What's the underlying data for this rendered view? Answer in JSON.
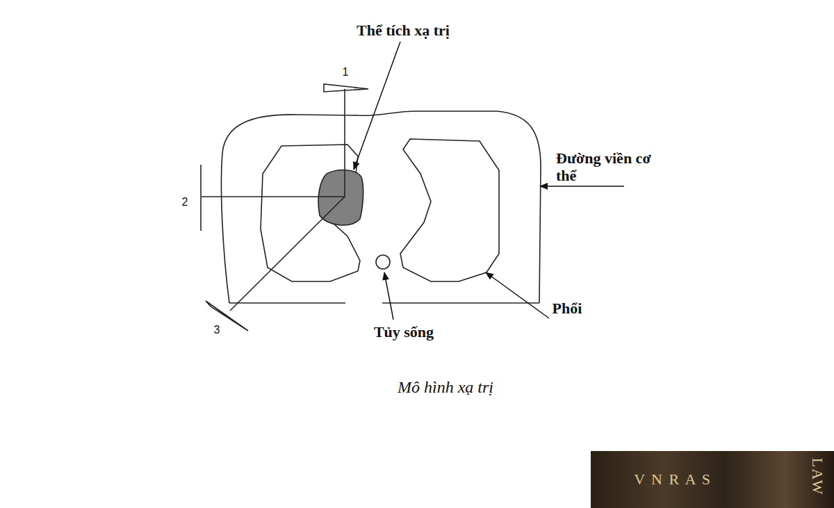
{
  "diagram": {
    "caption": "Mô hình xạ trị",
    "labels": [
      "Thể tích xạ trị",
      "Đường viền cơ thể",
      "Phổi",
      "Tủy sống",
      "1",
      "2",
      "3",
      "V N R A S",
      "LAW"
    ]
  }
}
